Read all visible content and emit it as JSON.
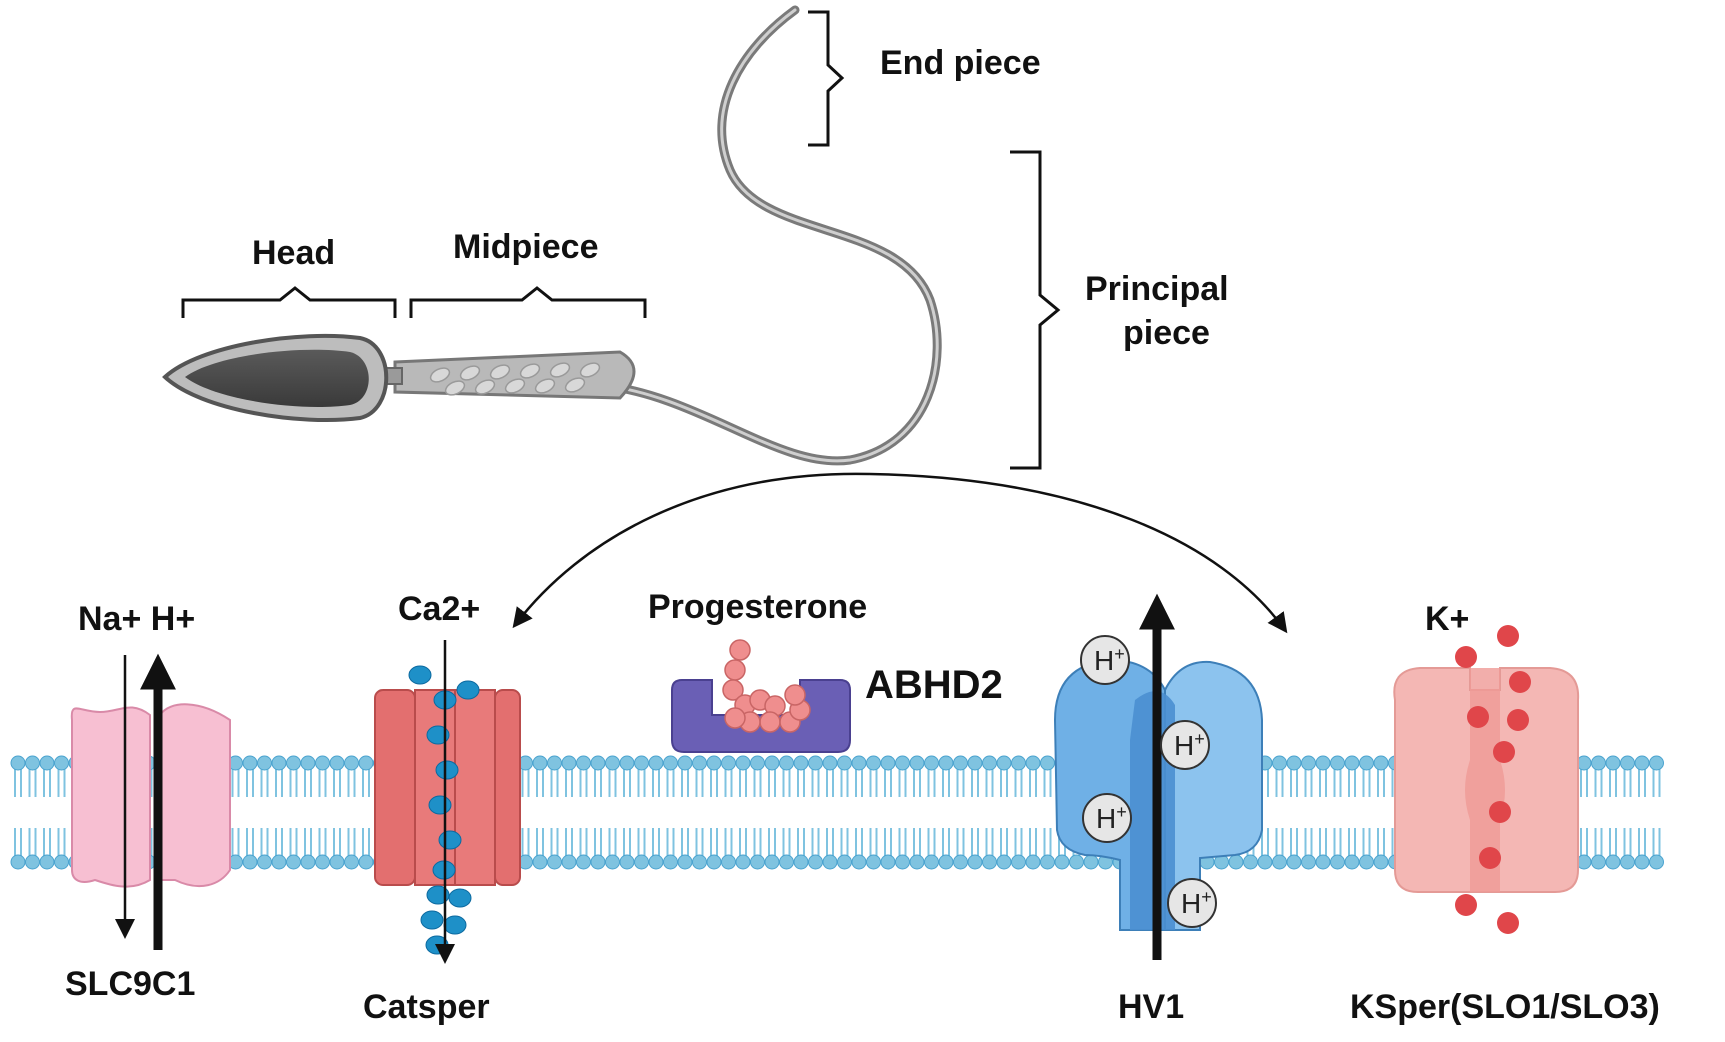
{
  "labels": {
    "end_piece": "End piece",
    "principal_piece_line1": "Principal",
    "principal_piece_line2": "piece",
    "head": "Head",
    "midpiece": "Midpiece",
    "na_h": "Na+ H+",
    "ca": "Ca2+",
    "progesterone": "Progesterone",
    "abhd2": "ABHD2",
    "k": "K+",
    "slc9c1": "SLC9C1",
    "catsper": "Catsper",
    "hv1": "HV1",
    "ksper": "KSper(SLO1/SLO3)",
    "h_ion": "H+"
  },
  "colors": {
    "membrane": "#7fc3e0",
    "membrane_dark": "#4aa3cf",
    "slc9c1": "#f7bfd2",
    "catsper": "#e36f6f",
    "ca_dot": "#1e90c8",
    "abhd2": "#6a5fb5",
    "progesterone": "#ef8e8e",
    "hv1": "#6fb0e6",
    "ksper": "#f4b7b4",
    "k_dot": "#e0464a",
    "sperm": "#8c8c8c"
  }
}
